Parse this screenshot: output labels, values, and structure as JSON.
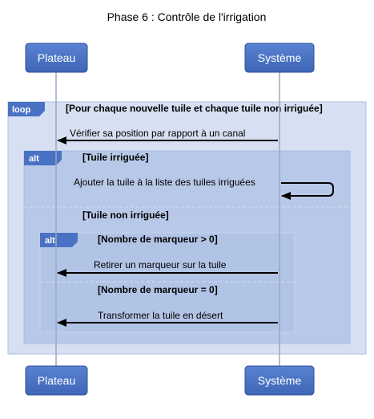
{
  "title": "Phase 6 : Contrôle de l'irrigation",
  "participants": {
    "plateau": "Plateau",
    "systeme": "Système"
  },
  "loop": {
    "tag": "loop",
    "guard": "[Pour chaque nouvelle tuile et chaque tuile non irriguée]"
  },
  "messages": {
    "verifier": "Vérifier sa position par rapport à un canal",
    "ajouter": "Ajouter la tuile à la liste des tuiles irriguées",
    "retirer": "Retirer un marqueur sur la tuile",
    "transformer": "Transformer la tuile en désert"
  },
  "alt_outer": {
    "tag": "alt",
    "guard1": "[Tuile irriguée]",
    "guard2": "[Tuile non irriguée]"
  },
  "alt_inner": {
    "tag": "alt",
    "guard1": "[Nombre de marqueur > 0]",
    "guard2": "[Nombre de marqueur = 0]"
  },
  "colors": {
    "participant_fill": "#4a72c4",
    "participant_stroke": "#2d4f99",
    "loop_fill": "#d6e0f2",
    "alt_outer_fill": "#b8c8e8",
    "alt_inner_fill": "#b2c4e6",
    "tag_fill": "#4a72c4",
    "frame_stroke": "#a9bbe0"
  }
}
